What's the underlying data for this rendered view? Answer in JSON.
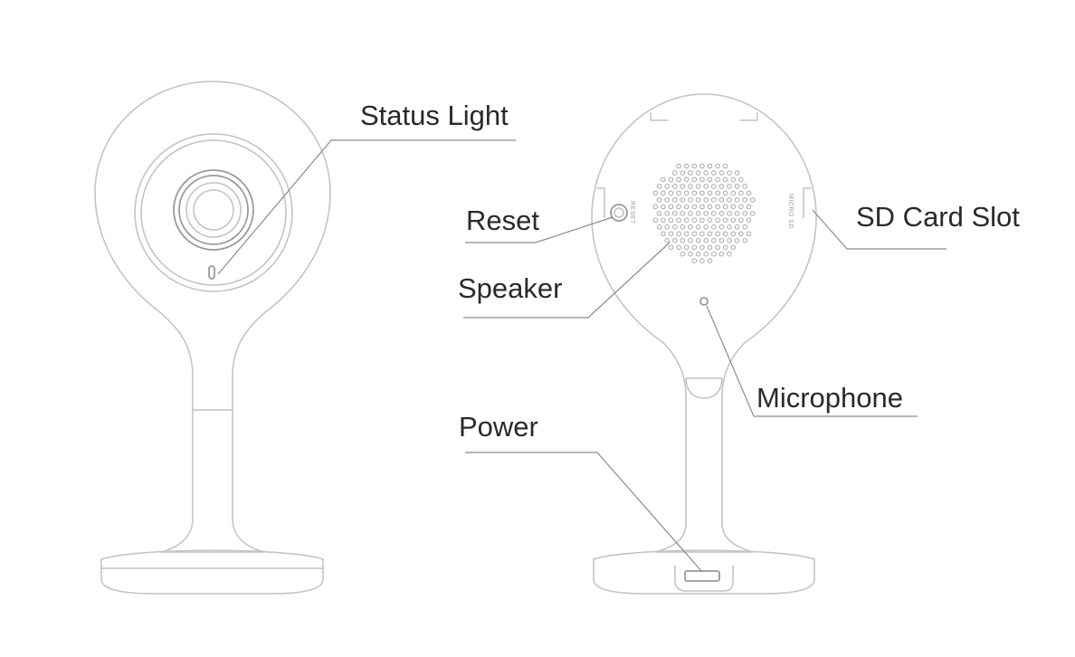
{
  "labels": {
    "status_light": "Status Light",
    "reset": "Reset",
    "speaker": "Speaker",
    "sd_card_slot": "SD Card Slot",
    "microphone": "Microphone",
    "power": "Power"
  },
  "printed": {
    "reset_text": "RESET",
    "micro_sd_text": "MICRO SD"
  },
  "icons": [
    "front-camera",
    "rear-camera",
    "speaker-grille",
    "reset-button",
    "usb-port"
  ],
  "colors": {
    "line": "#c4c4c4",
    "leader": "#8c8c8c",
    "text": "#2a2a2a"
  }
}
